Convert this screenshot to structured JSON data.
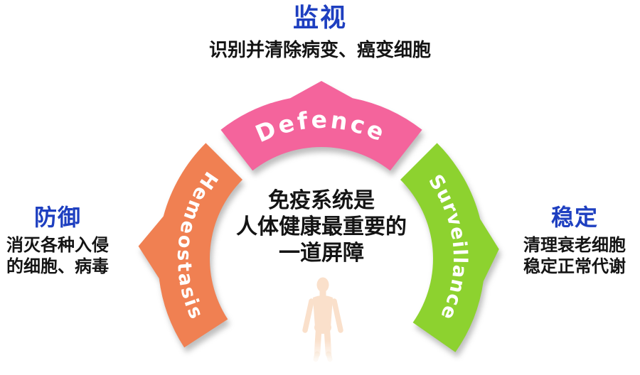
{
  "diagram": {
    "top": {
      "heading": "监视",
      "subtitle": "识别并清除病变、癌变细胞"
    },
    "left": {
      "heading": "防御",
      "line1": "消灭各种入侵",
      "line2": "的细胞、病毒"
    },
    "right": {
      "heading": "稳定",
      "line1": "清理衰老细胞",
      "line2": "稳定正常代谢"
    },
    "center": {
      "line1": "免疫系统是",
      "line2": "人体健康最重要的",
      "line3": "一道屏障"
    },
    "ring": {
      "defence": {
        "label": "Defence",
        "color": "#F4649C"
      },
      "hemeostasis": {
        "label": "Hemeostasis",
        "color": "#F08052"
      },
      "surveillance": {
        "label": "Surveillance",
        "color": "#8DD22F"
      }
    },
    "colors": {
      "heading_blue": "#1E3FC0",
      "body_text": "#141414",
      "arc_text": "#FFFFFF",
      "figure_skin": "#FAE0CB",
      "figure_accent": "#F2CFAE"
    }
  }
}
